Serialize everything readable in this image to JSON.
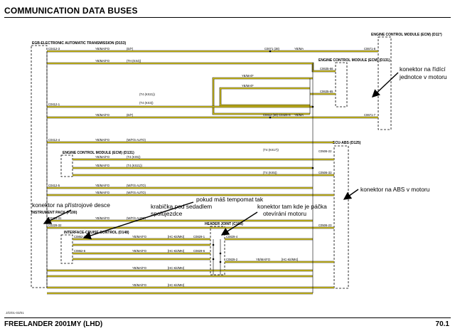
{
  "header": {
    "title": "COMMUNICATION DATA BUSES"
  },
  "footer": {
    "left": "FREELANDER 2001MY (LHD)",
    "right": "70.1",
    "small_code": "J/D/01-03/01"
  },
  "modules": {
    "tcm": "EGB-ELECTRONIC AUTOMATIC TRANSMISSION (D153)",
    "ecm_right": "ENGINE CONTROL MODULE (ECM) (D11*)",
    "ecm_mid": "ENGINE CONTROL MODULE (ECM) (D131)",
    "ecm_left": "ENGINE CONTROL MODULE (ECM) (D131)",
    "abs": "ECU-ABS (D125)",
    "instrument": "INSTRUMENT PACK (P100)",
    "cruise": "INTERFACE-CRUISE CONTROL (D148)",
    "header_unit": "HEADER JOINT (C163)"
  },
  "pins": {
    "tcm_1": "C0412-3",
    "tcm_2": "C0412-1",
    "tcm_3": "C0412-4",
    "tcm_4": "C0412-5",
    "ecm_r_1": "C0671-8",
    "ecm_r_2": "C0671-7",
    "ecm_m_1": "C0635-66",
    "ecm_m_2": "C0635-65",
    "abs_1": "C0506-22",
    "abs_2": "C0506-33",
    "abs_3": "C0506-23",
    "ip_1": "C0229-31",
    "ip_2": "C0229-32",
    "cc_1": "C0862-1",
    "cc_2": "C0862-6",
    "hj_1": "C0829-1",
    "hj_2": "C0829-6",
    "hj_3": "C0829-4",
    "hj_4": "C0829-2"
  },
  "wires": {
    "w1": "YB/MA/FO",
    "w2": "(E/F)",
    "w3": "C0071 (38)",
    "w4": "YB/MA",
    "w5": "YB/MA/FO",
    "w6": "(TH (KX4))",
    "w7": "YB/MA/F",
    "w8": "YB/MA/F",
    "w9": "(T4 (KX21))",
    "w10": "(T4 (KX3))",
    "w11": "YB/MA/FO",
    "w12": "(E/F)",
    "w13": "C0412 (38) C0425-S",
    "w14": "YB/MA",
    "w15": "YB/MA/FO",
    "w16": "(W/F/S AUTO)",
    "w17": "(T4 (KX17))",
    "w18": "YB/MA/FO",
    "w19": "(T4 (KX5))",
    "w20": "YB/MA/FO",
    "w21": "(T4 (KX21))",
    "w22": "(T4 (KX5))",
    "w23": "YB/MA/FO",
    "w24": "(W/F/S AUTO)",
    "w25": "YB/MA/FO",
    "w26": "(W/F/S AUTO)",
    "w27": "YB/MA/FO",
    "w28": "(W/F/S AUTO)",
    "w29": "YB/MA/FO",
    "w30": "[HC-Kit/MKI]",
    "w31": "YB/MA/FO",
    "w32": "[HC-Kit/MKI]",
    "w33": "YB/MA/FO",
    "w34": "[HC-Kit/MKI]",
    "w35": "YB/MA/FO",
    "w36": "[HC-Kit/MKI]",
    "w37": "YB/MA/FO",
    "w38": "[HC-Kit/MKI]"
  },
  "annotations": {
    "a1_l1": "konektor na řídící",
    "a1_l2": "jednotce v motoru",
    "a2": "konektor na ABS v motoru",
    "a3": "konektor na přístrojové desce",
    "a4_l1": "pokud máš tempomat tak",
    "a4_l2": "krabička pod sedadlem",
    "a4_l3": "spolujezdce",
    "a5_l1": "konektor tam kde je páčka",
    "a5_l2": "otevírání motoru"
  },
  "colors": {
    "wire_yellow": "#e8d41a",
    "wire_black": "#111111",
    "text": "#000000"
  }
}
